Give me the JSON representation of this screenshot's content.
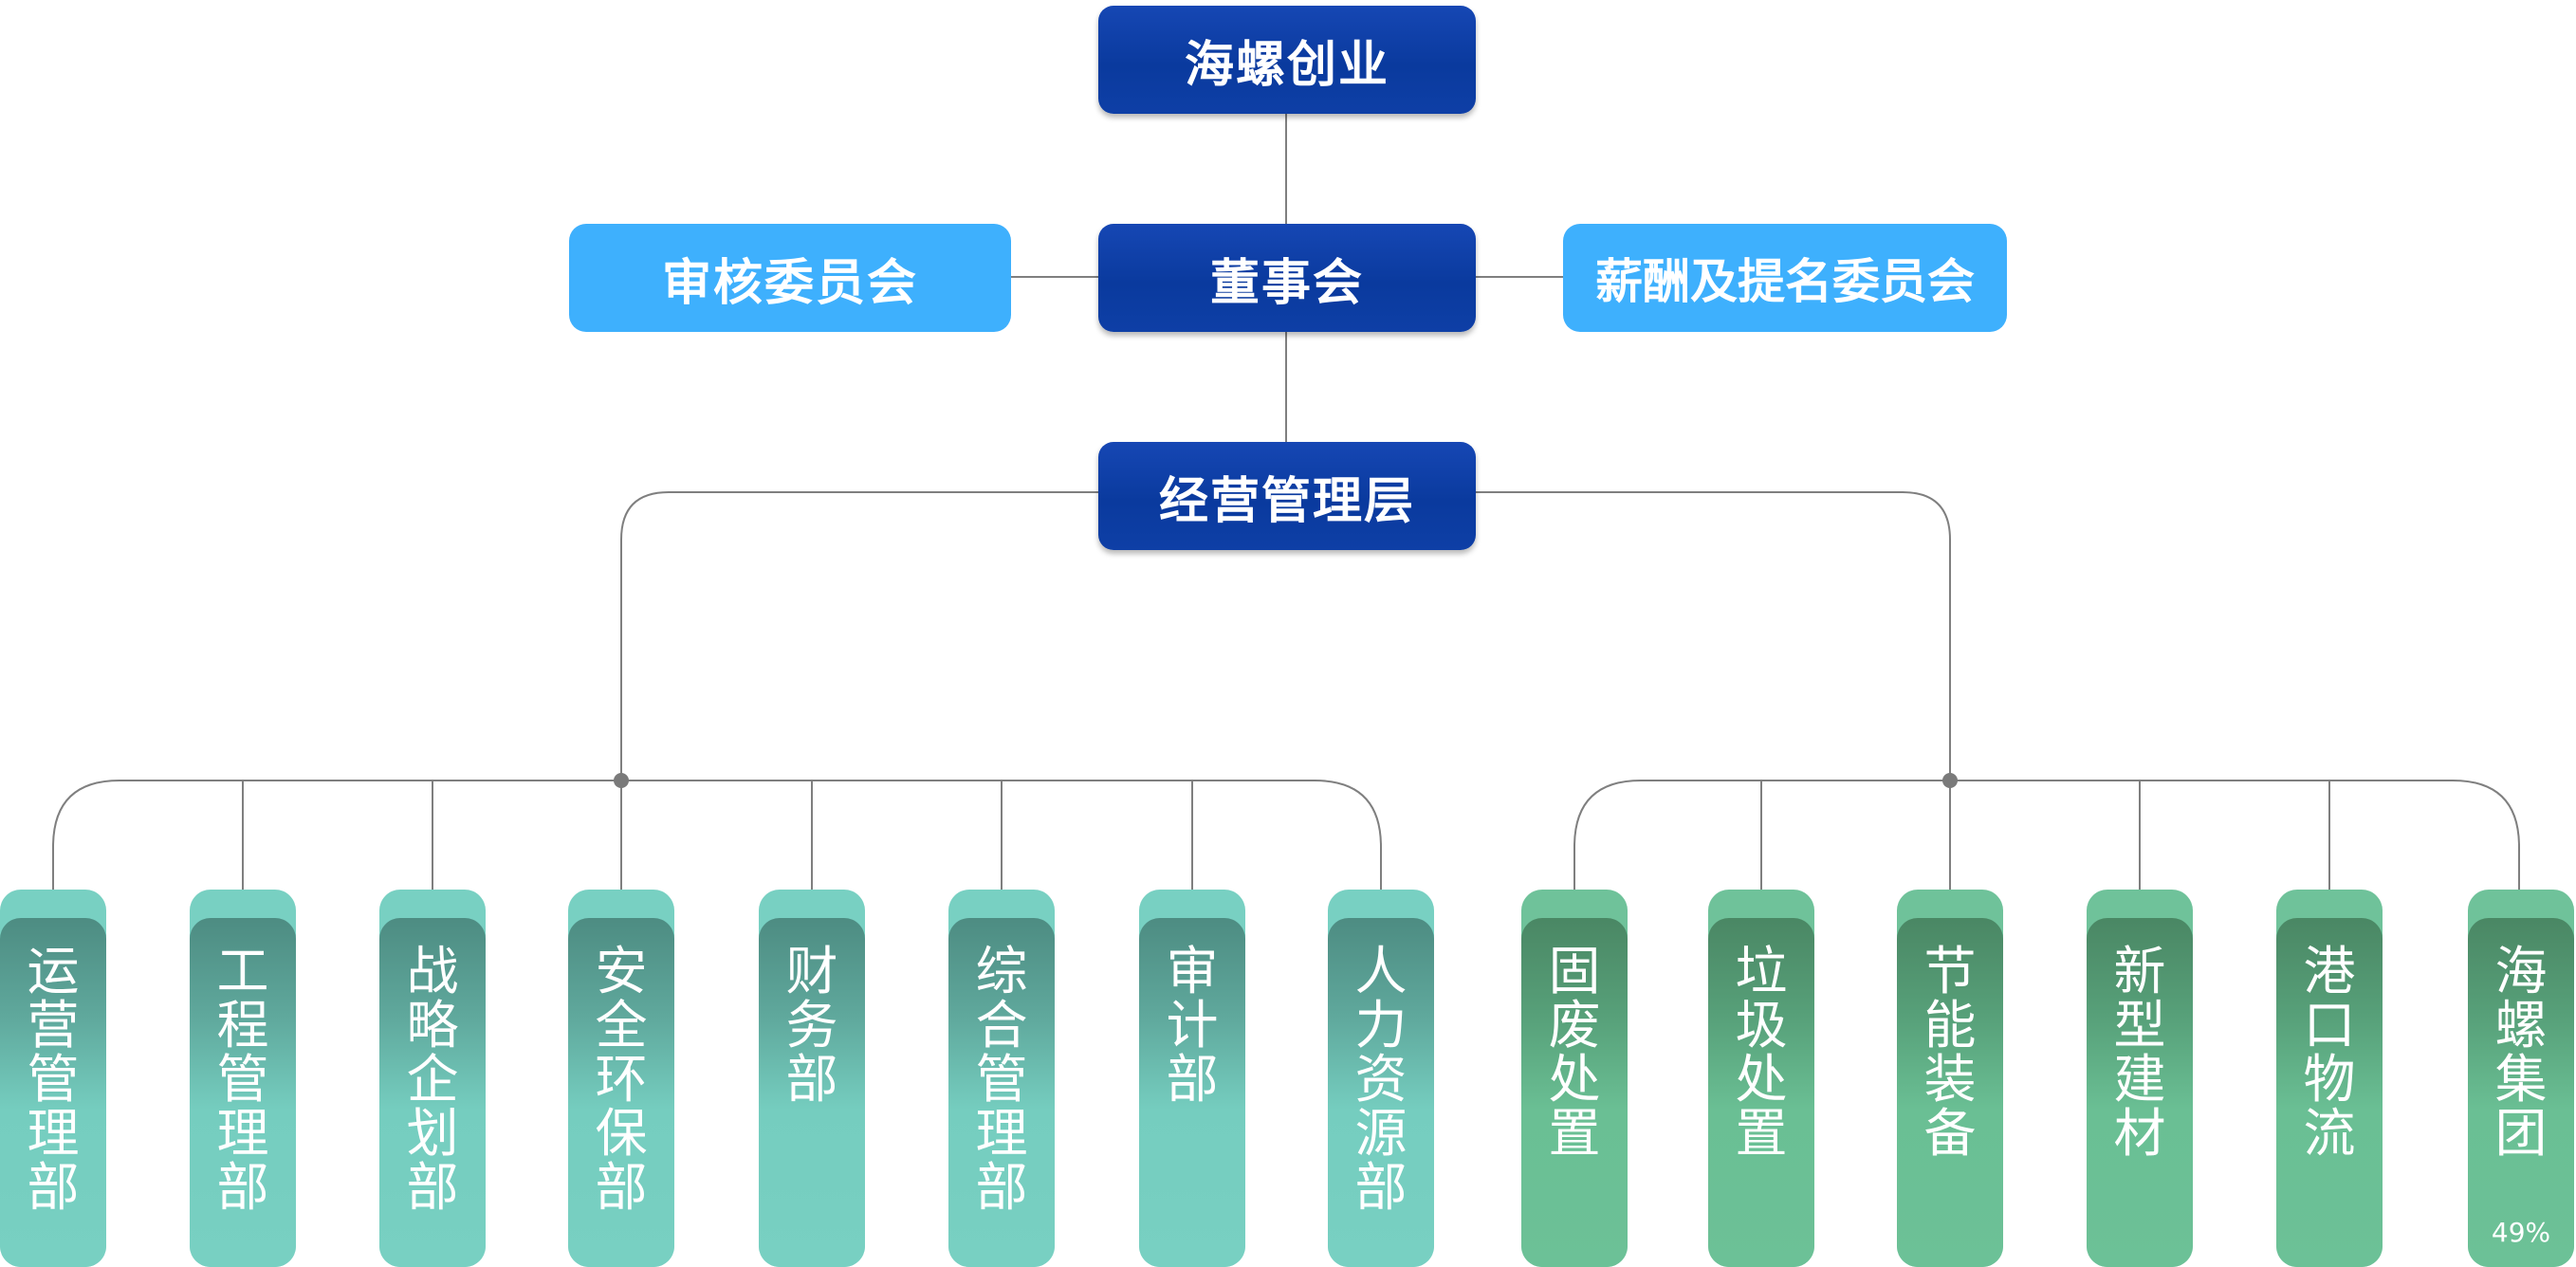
{
  "org": {
    "parent": "海螺创业",
    "board": "董事会",
    "audit_committee": "审核委员会",
    "remuneration_committee": "薪酬及提名委员会",
    "management": "经营管理层"
  },
  "departments": [
    {
      "label": "运营管理部",
      "color": "teal"
    },
    {
      "label": "工程管理部",
      "color": "teal"
    },
    {
      "label": "战略企划部",
      "color": "teal"
    },
    {
      "label": "安全环保部",
      "color": "teal"
    },
    {
      "label": "财务部",
      "color": "teal"
    },
    {
      "label": "综合管理部",
      "color": "teal"
    },
    {
      "label": "审计部",
      "color": "teal"
    },
    {
      "label": "人力资源部",
      "color": "teal"
    }
  ],
  "businesses": [
    {
      "label": "固废处置",
      "color": "green"
    },
    {
      "label": "垃圾处置",
      "color": "green"
    },
    {
      "label": "节能装备",
      "color": "green"
    },
    {
      "label": "新型建材",
      "color": "green"
    },
    {
      "label": "港口物流",
      "color": "green"
    },
    {
      "label": "海螺集团",
      "color": "green",
      "share": "49%"
    }
  ],
  "colors": {
    "dark_blue": "#0a3a9e",
    "light_blue": "#3eb0fd",
    "teal": "#78d0c2",
    "green": "#6fc29a",
    "line": "#7a7a7a"
  }
}
